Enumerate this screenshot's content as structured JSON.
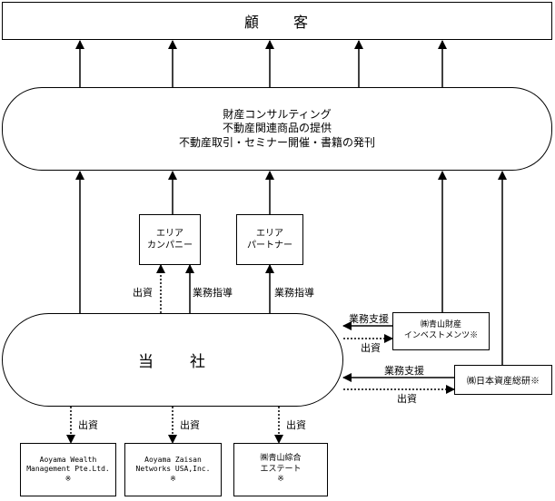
{
  "customer": {
    "label": "顧　　客"
  },
  "consulting": {
    "lines": [
      "財産コンサルティング",
      "不動産関連商品の提供",
      "不動産取引・セミナー開催・書籍の発刊"
    ]
  },
  "area_company": {
    "lines": [
      "エリア",
      "カンパニー"
    ]
  },
  "area_partner": {
    "lines": [
      "エリア",
      "パートナー"
    ]
  },
  "company": {
    "label": "当　　社"
  },
  "aoyama_investments": {
    "lines": [
      "㈱青山財産",
      "インベストメンツ※"
    ]
  },
  "nihon_shisan": {
    "label": "㈱日本資産総研※"
  },
  "aoyama_wealth": {
    "lines": [
      "Aoyama Wealth",
      "Management Pte.Ltd.",
      "※"
    ]
  },
  "aoyama_zaisan_usa": {
    "lines": [
      "Aoyama Zaisan",
      "Networks USA,Inc.",
      "※"
    ]
  },
  "aoyama_sogo_estate": {
    "lines": [
      "㈱青山綜合",
      "エステート",
      "※"
    ]
  },
  "labels": {
    "investment": "出資",
    "business_guidance": "業務指導",
    "business_support": "業務支援"
  }
}
